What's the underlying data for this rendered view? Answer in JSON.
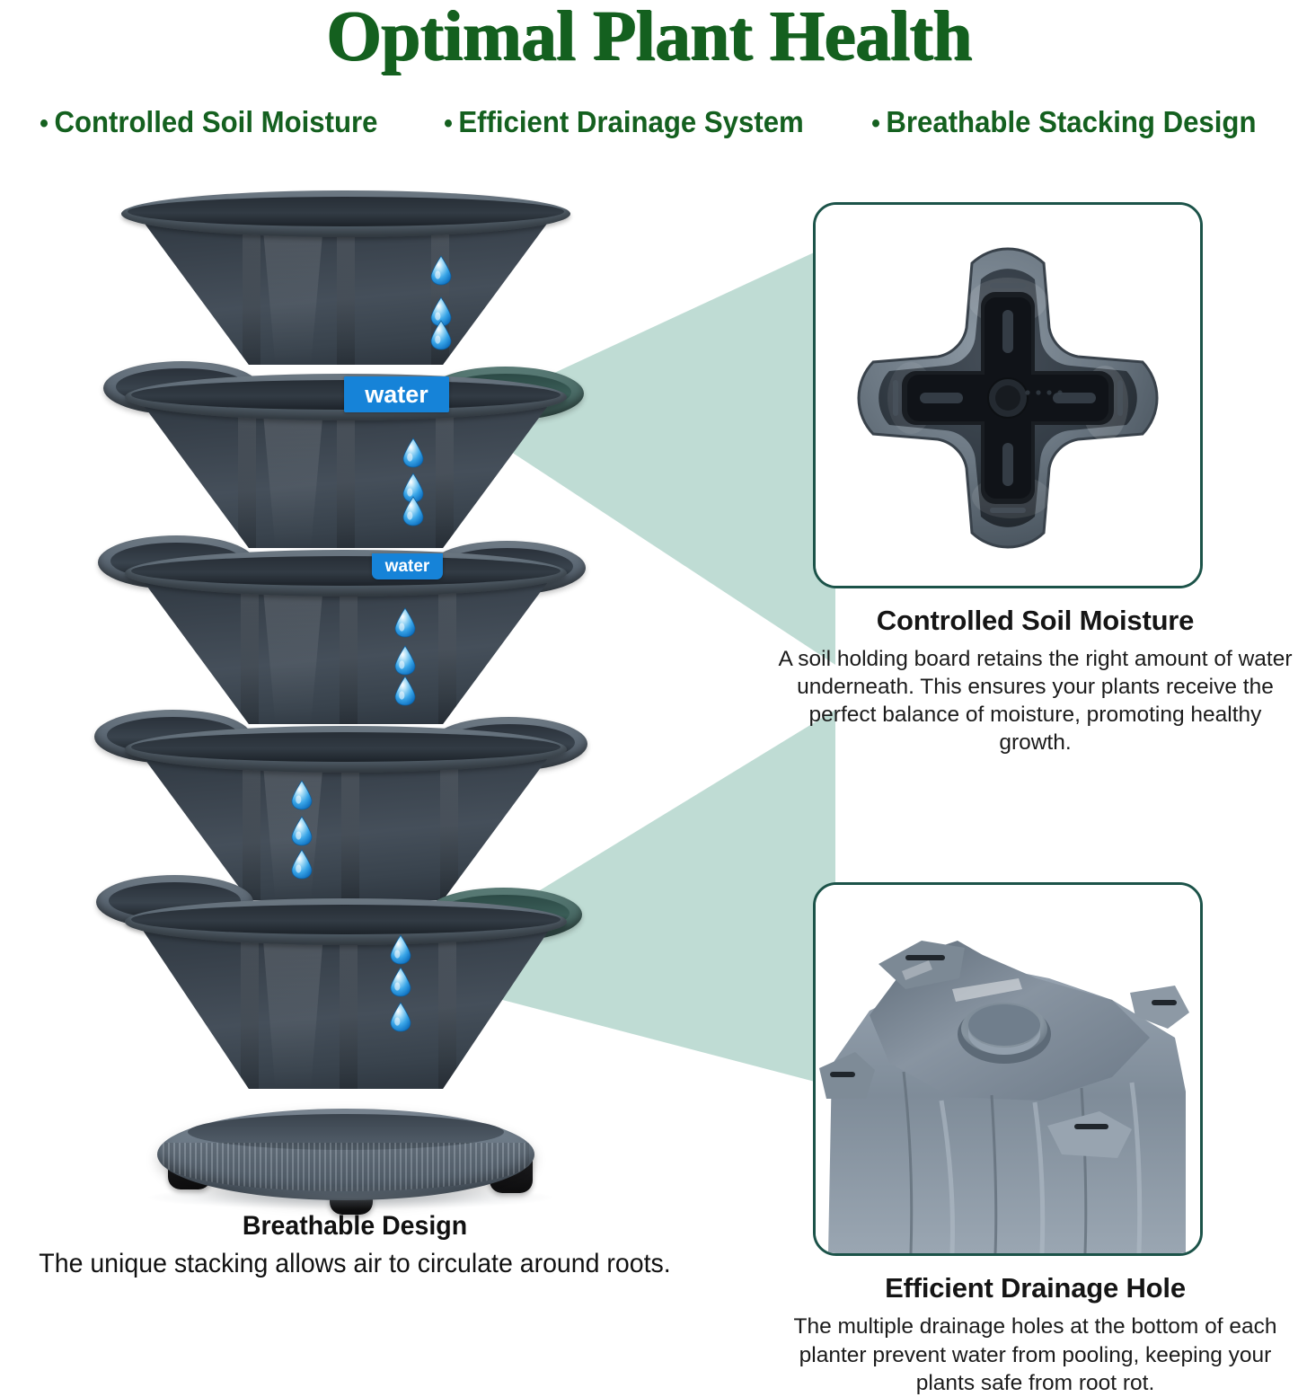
{
  "header": {
    "title": "Optimal Plant Health",
    "bullets": [
      {
        "dot": "•",
        "label": "Controlled Soil Moisture"
      },
      {
        "dot": "•",
        "label": "Efficient Drainage System"
      },
      {
        "dot": "•",
        "label": "Breathable Stacking Design"
      }
    ]
  },
  "product": {
    "water_labels": [
      {
        "text": "water"
      },
      {
        "text": "water"
      }
    ],
    "droplet_icon": "water-droplet-icon",
    "tier_count": 5,
    "wheel_count": 3
  },
  "features": [
    {
      "image_name": "soil-holding-board-photo",
      "title": "Controlled Soil Moisture",
      "body": "A soil holding board retains the right amount of water underneath. This ensures your plants receive the perfect balance of moisture, promoting healthy growth."
    },
    {
      "image_name": "drainage-hole-photo",
      "title": "Efficient Drainage Hole",
      "body": "The multiple drainage holes at the bottom of each planter prevent water from pooling, keeping your plants safe from root rot."
    }
  ],
  "footer": {
    "title": "Breathable Design",
    "body": "The unique stacking allows air to circulate around roots."
  },
  "colors": {
    "brand_green": "#14601f",
    "panel_border": "#1c5349",
    "wedge_mint": "#bfdcd4",
    "water_badge_blue": "#1683d8",
    "droplet_blue": "#3aa6e8",
    "planter_gray": "#5c6874",
    "planter_dark": "#2e3740",
    "teal_accent": "#3a5d57",
    "text_black": "#151515"
  }
}
